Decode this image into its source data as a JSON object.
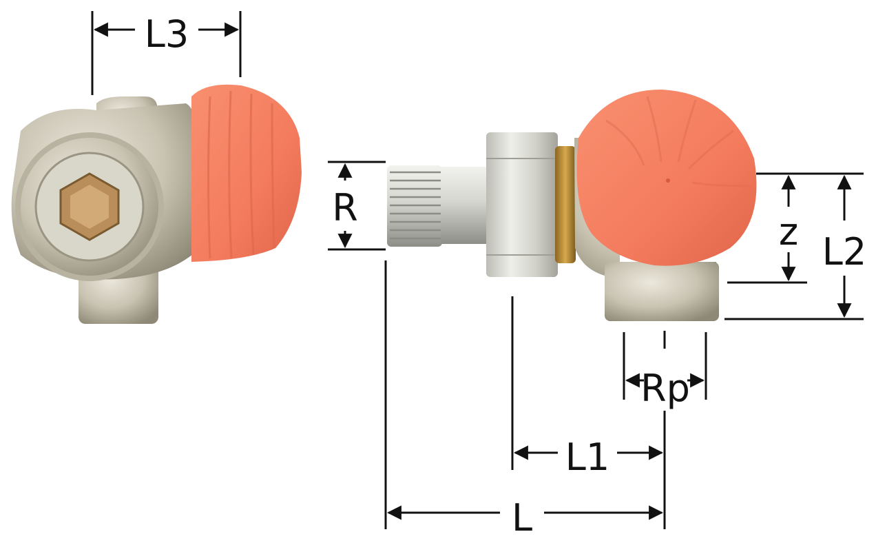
{
  "dimensions": {
    "l3": "L3",
    "r": "R",
    "z": "z",
    "l2": "L2",
    "rp": "Rp",
    "l1": "L1",
    "l": "L"
  },
  "colors": {
    "cap": "#F47B5E",
    "cap_shadow": "#E0654A",
    "body_metal": "#C9C3B2",
    "body_shadow": "#A69F8C",
    "chrome": "#DCDCD8",
    "chrome_dark": "#9C9C98",
    "brass": "#B8872F",
    "line": "#111111"
  }
}
